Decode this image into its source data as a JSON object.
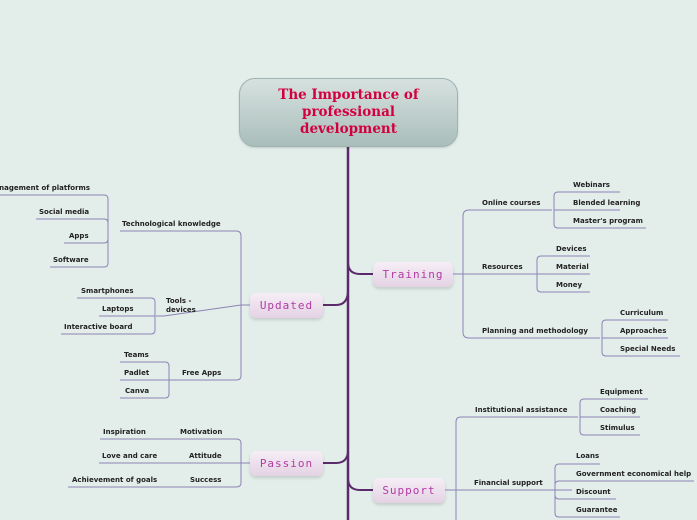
{
  "root": {
    "title": "The Importance of professional development"
  },
  "topics": {
    "training": {
      "label": "Training",
      "online_courses": {
        "label": "Online courses",
        "items": [
          "Webinars",
          "Blended learning",
          "Master's program"
        ]
      },
      "resources": {
        "label": "Resources",
        "items": [
          "Devices",
          "Material",
          "Money"
        ]
      },
      "planning": {
        "label": "Planning and methodology",
        "items": [
          "Curriculum",
          "Approaches",
          "Special Needs"
        ]
      }
    },
    "updated": {
      "label": "Updated",
      "tech": {
        "label": "Technological knowledge",
        "items": [
          "Management of platforms",
          "Social media",
          "Apps",
          "Software"
        ]
      },
      "tools": {
        "label": "Tools - devices",
        "items": [
          "Smartphones",
          "Laptops",
          "Interactive board"
        ]
      },
      "free_apps": {
        "label": "Free Apps",
        "items": [
          "Teams",
          "Padlet",
          "Canva"
        ]
      }
    },
    "passion": {
      "label": "Passion",
      "motivation": {
        "label": "Motivation",
        "items": [
          "Inspiration"
        ]
      },
      "attitude": {
        "label": "Attitude",
        "items": [
          "Love and care"
        ]
      },
      "success": {
        "label": "Success",
        "items": [
          "Achievement of goals"
        ]
      }
    },
    "support": {
      "label": "Support",
      "institutional": {
        "label": "Institutional assistance",
        "items": [
          "Equipment",
          "Coaching",
          "Stimulus"
        ]
      },
      "financial": {
        "label": "Financial support",
        "items": [
          "Loans",
          "Government economical help",
          "Discount",
          "Guarantee"
        ]
      }
    }
  },
  "colors": {
    "trunk": "#5a2a6a",
    "branch": "#8d83b6",
    "title": "#d3003f",
    "topic_text": "#b23ba3"
  }
}
